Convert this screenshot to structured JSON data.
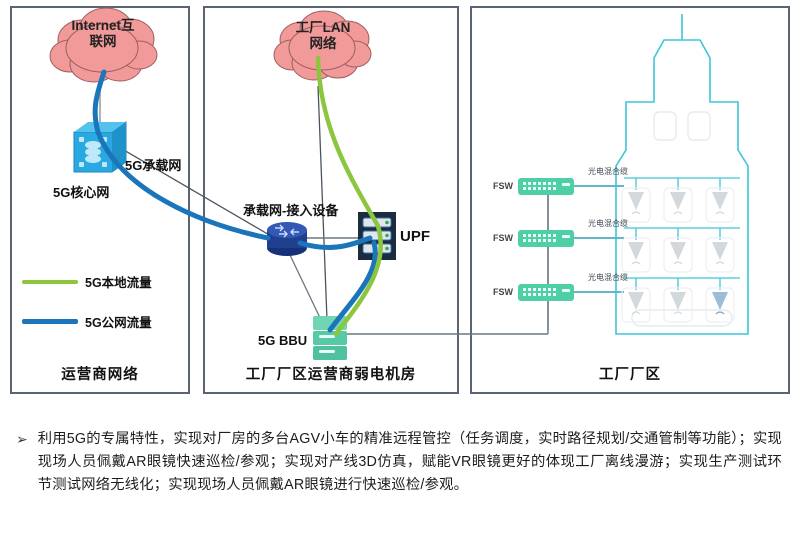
{
  "diagram": {
    "panels": [
      {
        "id": "operator",
        "label": "运营商网络"
      },
      {
        "id": "telecom",
        "label": "工厂厂区运营商弱电机房"
      },
      {
        "id": "factory",
        "label": "工厂厂区"
      }
    ],
    "clouds": [
      {
        "id": "internet",
        "text": "Internet互\n联网",
        "color": "#f29a9a"
      },
      {
        "id": "factory-lan",
        "text": "工厂LAN\n网络",
        "color": "#f29a9a"
      }
    ],
    "nodes": [
      {
        "id": "5g-core",
        "label": "5G核心网",
        "icon": "network-core-box"
      },
      {
        "id": "bearer-access",
        "label": "承载网-接入设备",
        "icon": "router"
      },
      {
        "id": "upf",
        "label": "UPF",
        "icon": "server-rack"
      },
      {
        "id": "bbu",
        "label": "5G BBU",
        "icon": "bbu-stack"
      }
    ],
    "link_labels": [
      {
        "id": "bearer-net",
        "text": "5G承载网"
      }
    ],
    "switches": [
      {
        "id": "fsw-1",
        "label": "FSW",
        "cable_label": "光电混合缆"
      },
      {
        "id": "fsw-2",
        "label": "FSW",
        "cable_label": "光电混合缆"
      },
      {
        "id": "fsw-3",
        "label": "FSW",
        "cable_label": "光电混合缆"
      }
    ],
    "legend": [
      {
        "id": "local-traffic",
        "label": "5G本地流量",
        "color": "#8cc63f"
      },
      {
        "id": "public-traffic",
        "label": "5G公网流量",
        "color": "#1b75bb"
      }
    ],
    "colors": {
      "local_traffic": "#8cc63f",
      "public_traffic": "#1b75bb",
      "cloud": "#f29a9a",
      "core_box": "#21a5e0",
      "router": "#1f3f8f",
      "upf": "#1b2c3f",
      "bbu": "#57c9a5",
      "fsw": "#4ecfa6",
      "factory_outline": "#3fc5d8",
      "panel_border": "#5a6472"
    }
  },
  "notes": {
    "bullet": "➢",
    "text": "利用5G的专属特性，实现对厂房的多台AGV小车的精准远程管控（任务调度，实时路径规划/交通管制等功能）；实现现场人员佩戴AR眼镜快速巡检/参观；实现对产线3D仿真，赋能VR眼镜更好的体现工厂离线漫游；实现生产测试环节测试网络无线化；实现现场人员佩戴AR眼镜进行快速巡检/参观。"
  }
}
